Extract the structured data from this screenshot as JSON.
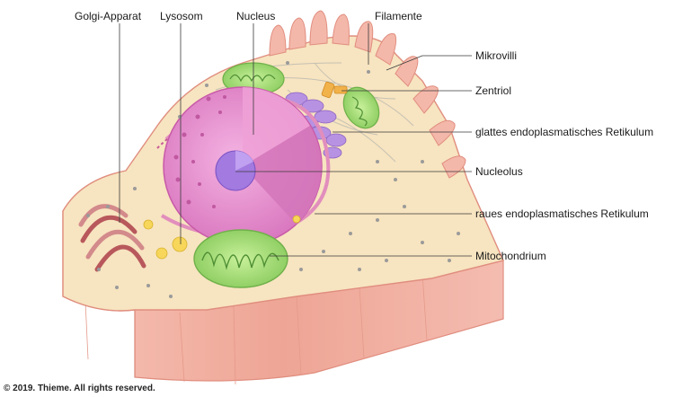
{
  "labels": {
    "golgi": "Golgi-Apparat",
    "lysosom": "Lysosom",
    "nucleus": "Nucleus",
    "filamente": "Filamente",
    "mikrovilli": "Mikrovilli",
    "zentriol": "Zentriol",
    "glattes_er": "glattes endoplasmatisches Retikulum",
    "nucleolus": "Nucleolus",
    "raues_er": "raues endoplasmatisches Retikulum",
    "mitochondrium": "Mitochondrium"
  },
  "copyright": "© 2019. Thieme. All rights reserved.",
  "colors": {
    "membrane": "#f2b3a6",
    "membrane_dark": "#e08d7e",
    "cytoplasm": "#f7e4c0",
    "nucleus": "#e58ccc",
    "nucleus_dark": "#c85aa8",
    "nucleolus": "#a478e0",
    "mitochondria": "#9ad66a",
    "golgi": "#c9787a",
    "smooth_er": "#b78ee0",
    "lysosome": "#f7d65a"
  }
}
